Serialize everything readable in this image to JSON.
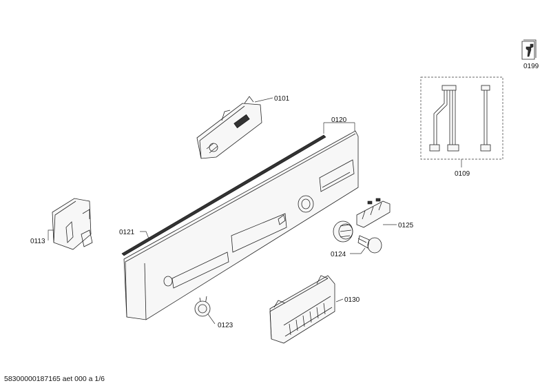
{
  "labels": {
    "p0199": "0199",
    "p0101": "0101",
    "p0120": "0120",
    "p0109": "0109",
    "p0121": "0121",
    "p0113": "0113",
    "p0125": "0125",
    "p0124": "0124",
    "p0130": "0130",
    "p0123": "0123"
  },
  "icons": {
    "service": "service-manual-icon"
  },
  "footer": {
    "doc_id": "58300000187165 aet 000 a 1/6"
  }
}
